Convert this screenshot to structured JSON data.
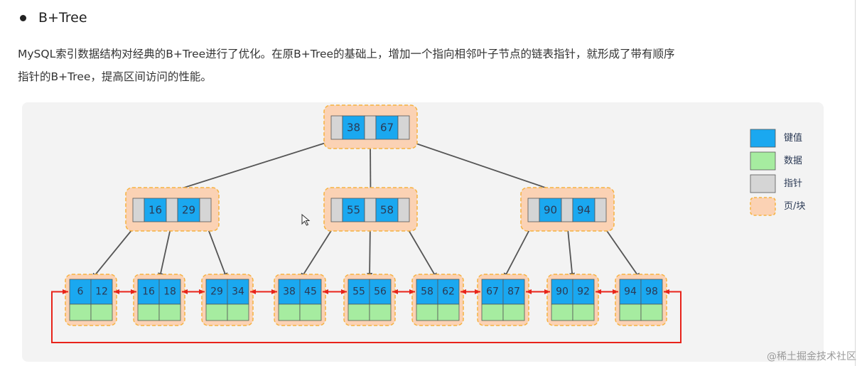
{
  "heading": {
    "text": "B+Tree"
  },
  "paragraph": {
    "line1": "MySQL索引数据结构对经典的B+Tree进行了优化。在原B+Tree的基础上，增加一个指向相邻叶子节点的链表指针，就形成了带有顺序",
    "line2": "指针的B+Tree，提高区间访问的性能。"
  },
  "diagram": {
    "root": {
      "keys": [
        "38",
        "67"
      ]
    },
    "internal": [
      {
        "keys": [
          "16",
          "29"
        ]
      },
      {
        "keys": [
          "55",
          "58"
        ]
      },
      {
        "keys": [
          "90",
          "94"
        ]
      }
    ],
    "leaves": [
      {
        "keys": [
          "6",
          "12"
        ]
      },
      {
        "keys": [
          "16",
          "18"
        ]
      },
      {
        "keys": [
          "29",
          "34"
        ]
      },
      {
        "keys": [
          "38",
          "45"
        ]
      },
      {
        "keys": [
          "55",
          "56"
        ]
      },
      {
        "keys": [
          "58",
          "62"
        ]
      },
      {
        "keys": [
          "67",
          "87"
        ]
      },
      {
        "keys": [
          "90",
          "92"
        ]
      },
      {
        "keys": [
          "94",
          "98"
        ]
      }
    ],
    "colors": {
      "key": "#1aa8f0",
      "data": "#a6eca0",
      "pointer": "#d5d5d5",
      "page": "#fbd2b4",
      "page_border": "#f6b240",
      "tree_edge": "#555555",
      "leaf_link": "#e8231a"
    }
  },
  "legend": {
    "key": "键值",
    "data": "数据",
    "pointer": "指针",
    "page": "页/块"
  },
  "watermark": "@稀土掘金技术社区"
}
